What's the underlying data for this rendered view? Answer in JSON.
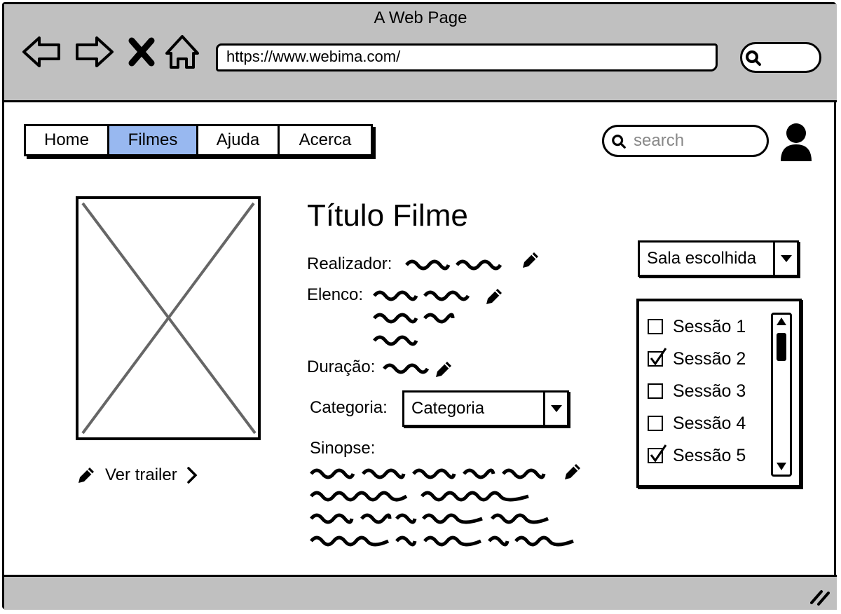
{
  "window": {
    "title": "A Web Page",
    "url": "https://www.webima.com/"
  },
  "nav": {
    "tabs": [
      "Home",
      "Filmes",
      "Ajuda",
      "Acerca"
    ],
    "active": "Filmes"
  },
  "search": {
    "placeholder": "search"
  },
  "movie": {
    "title": "Título Filme",
    "fields": {
      "realizador_label": "Realizador:",
      "elenco_label": "Elenco:",
      "duracao_label": "Duração:",
      "categoria_label": "Categoria:",
      "categoria_value": "Categoria",
      "sinopse_label": "Sinopse:"
    },
    "trailer_label": "Ver trailer"
  },
  "sala": {
    "selected": "Sala escolhida"
  },
  "sessions": [
    {
      "label": "Sessão 1",
      "checked": false
    },
    {
      "label": "Sessão 2",
      "checked": true
    },
    {
      "label": "Sessão 3",
      "checked": false
    },
    {
      "label": "Sessão 4",
      "checked": false
    },
    {
      "label": "Sessão 5",
      "checked": true
    }
  ],
  "colors": {
    "chrome": "#c0c0c0",
    "active_tab": "#98b8f0"
  },
  "icons": [
    "back-arrow-icon",
    "forward-arrow-icon",
    "stop-icon",
    "home-icon",
    "search-icon",
    "user-icon",
    "pencil-icon",
    "chevron-right-icon",
    "chevron-down-icon",
    "resize-grip-icon"
  ]
}
